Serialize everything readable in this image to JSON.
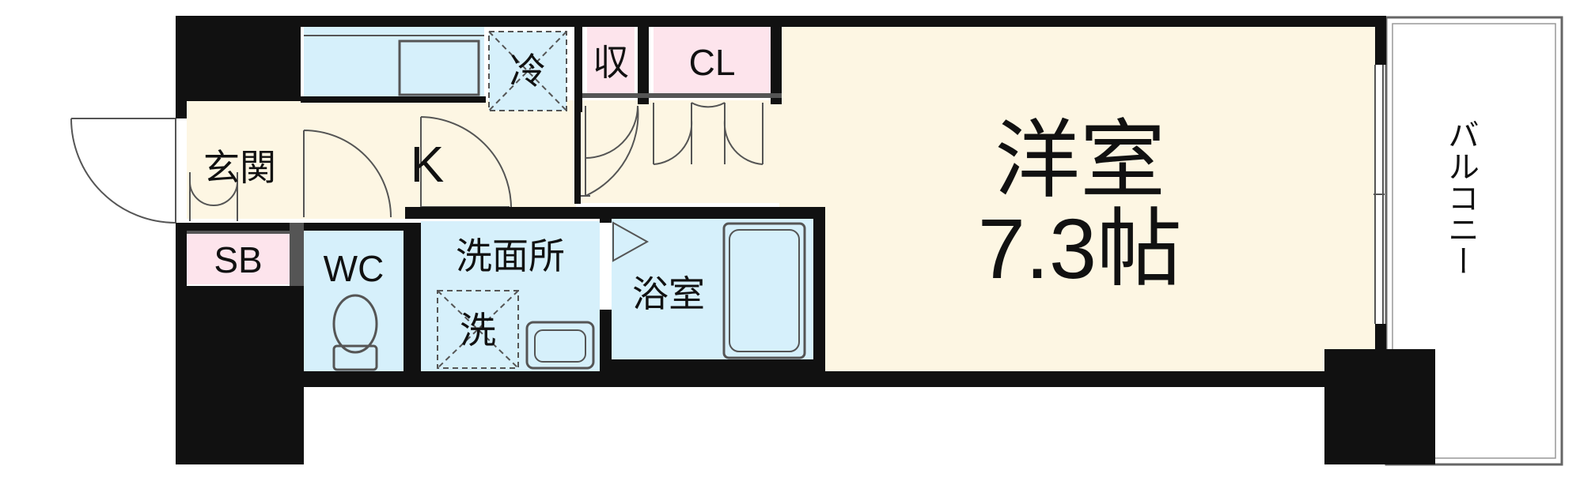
{
  "colors": {
    "wall": "#111111",
    "western_room": "#fdf6e3",
    "kitchen": "#fdf6e3",
    "wet_area": "#d6f0fb",
    "storage": "#fde4ec",
    "outline": "#555555"
  },
  "rooms": {
    "western_room_name": "洋室",
    "western_room_size": "7.3帖",
    "kitchen": "K",
    "entrance": "玄関",
    "shoe_box": "SB",
    "toilet": "WC",
    "washroom": "洗面所",
    "bathroom": "浴室",
    "storage": "収",
    "closet": "CL",
    "refrigerator": "冷",
    "washing_machine": "洗",
    "balcony": "バルコニー"
  }
}
